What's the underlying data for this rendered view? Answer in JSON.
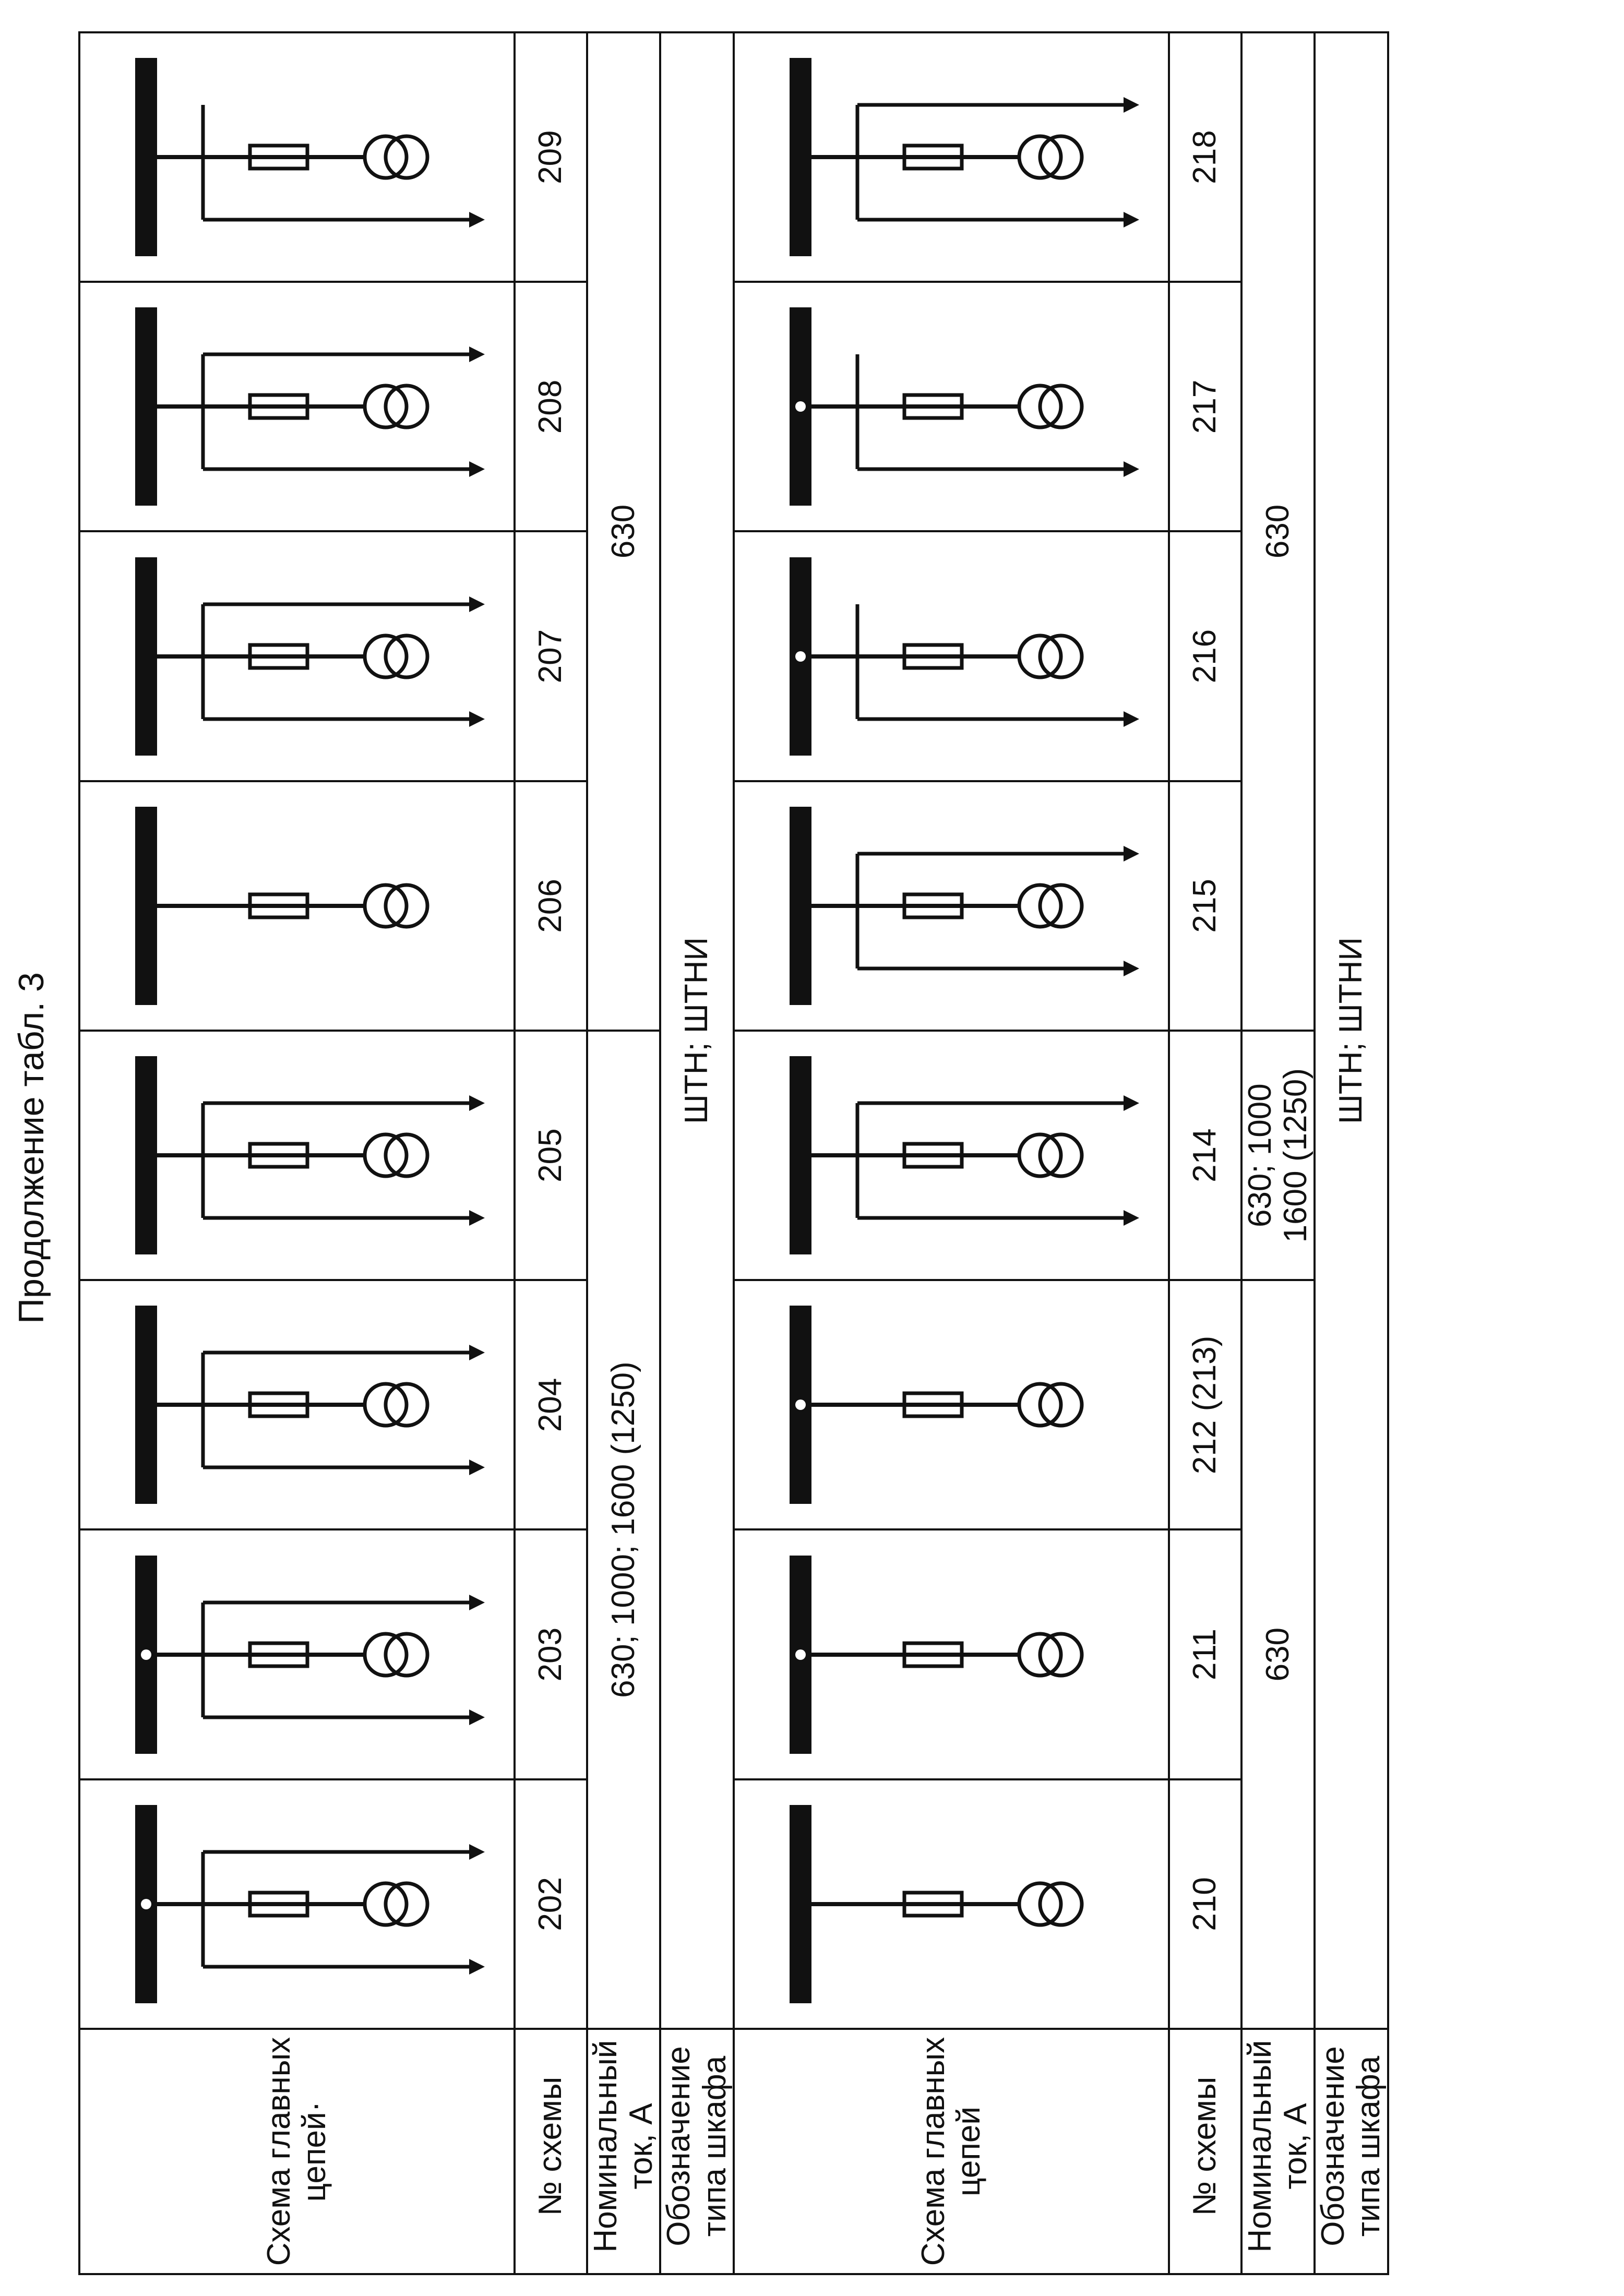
{
  "caption": "Продолжение табл. 3",
  "labels": {
    "scheme": "Схема главных цепей",
    "scheme_alt": "Схема главных цепей·",
    "number": "№ схемы",
    "current": "Номинальный ток, А",
    "type": "Обозначение типа шкафа"
  },
  "top": {
    "numbers": [
      "202",
      "203",
      "204",
      "205",
      "206",
      "207",
      "208",
      "209"
    ],
    "current_a": "630; 1000; 1600 (1250)",
    "current_b": "630",
    "type": "ШТН; ШТНИ"
  },
  "bottom": {
    "numbers": [
      "210",
      "211",
      "212 (213)",
      "214",
      "215",
      "216",
      "217",
      "218"
    ],
    "current_a": "630",
    "current_b_l1": "630; 1000",
    "current_b_l2": "1600 (1250)",
    "current_c": "630",
    "type": "ШТН; ШТНИ"
  }
}
